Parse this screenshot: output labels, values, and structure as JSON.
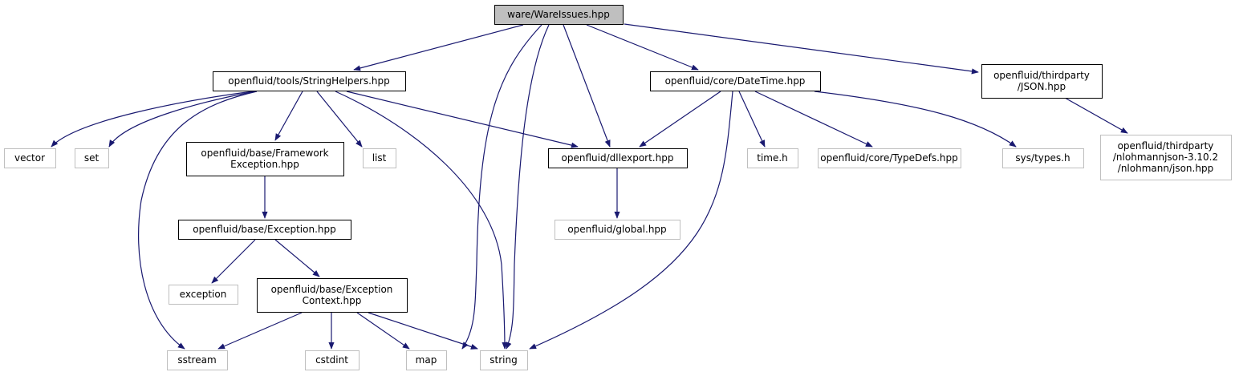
{
  "diagram": {
    "type": "include-dependency-graph",
    "colors": {
      "edge": "#191970",
      "root_fill": "#bfbfbf",
      "root_border": "#000000",
      "local_border": "#000000",
      "external_border": "#bfbfbf",
      "node_fill": "#ffffff",
      "text": "#000000"
    },
    "nodes": [
      {
        "id": "root",
        "kind": "root",
        "lines": [
          "ware/WareIssues.hpp"
        ]
      },
      {
        "id": "stringhelpers",
        "kind": "local",
        "lines": [
          "openfluid/tools/StringHelpers.hpp"
        ]
      },
      {
        "id": "datetime",
        "kind": "local",
        "lines": [
          "openfluid/core/DateTime.hpp"
        ]
      },
      {
        "id": "json",
        "kind": "local",
        "lines": [
          "openfluid/thirdparty",
          "/JSON.hpp"
        ]
      },
      {
        "id": "nlohmann",
        "kind": "external",
        "lines": [
          "openfluid/thirdparty",
          "/nlohmannjson-3.10.2",
          "/nlohmann/json.hpp"
        ]
      },
      {
        "id": "vector",
        "kind": "external",
        "lines": [
          "vector"
        ]
      },
      {
        "id": "set",
        "kind": "external",
        "lines": [
          "set"
        ]
      },
      {
        "id": "frameworkexception",
        "kind": "local",
        "lines": [
          "openfluid/base/Framework",
          "Exception.hpp"
        ]
      },
      {
        "id": "list",
        "kind": "external",
        "lines": [
          "list"
        ]
      },
      {
        "id": "dllexport",
        "kind": "local",
        "lines": [
          "openfluid/dllexport.hpp"
        ]
      },
      {
        "id": "timeh",
        "kind": "external",
        "lines": [
          "time.h"
        ]
      },
      {
        "id": "typedefs",
        "kind": "external",
        "lines": [
          "openfluid/core/TypeDefs.hpp"
        ]
      },
      {
        "id": "systypes",
        "kind": "external",
        "lines": [
          "sys/types.h"
        ]
      },
      {
        "id": "global",
        "kind": "external",
        "lines": [
          "openfluid/global.hpp"
        ]
      },
      {
        "id": "exception_hpp",
        "kind": "local",
        "lines": [
          "openfluid/base/Exception.hpp"
        ]
      },
      {
        "id": "exception",
        "kind": "external",
        "lines": [
          "exception"
        ]
      },
      {
        "id": "exceptioncontext",
        "kind": "local",
        "lines": [
          "openfluid/base/Exception",
          "Context.hpp"
        ]
      },
      {
        "id": "sstream",
        "kind": "external",
        "lines": [
          "sstream"
        ]
      },
      {
        "id": "cstdint",
        "kind": "external",
        "lines": [
          "cstdint"
        ]
      },
      {
        "id": "map",
        "kind": "external",
        "lines": [
          "map"
        ]
      },
      {
        "id": "string",
        "kind": "external",
        "lines": [
          "string"
        ]
      }
    ],
    "edges": [
      {
        "from": "root",
        "to": "stringhelpers"
      },
      {
        "from": "root",
        "to": "map"
      },
      {
        "from": "root",
        "to": "string"
      },
      {
        "from": "root",
        "to": "dllexport"
      },
      {
        "from": "root",
        "to": "datetime"
      },
      {
        "from": "root",
        "to": "json"
      },
      {
        "from": "stringhelpers",
        "to": "vector"
      },
      {
        "from": "stringhelpers",
        "to": "set"
      },
      {
        "from": "stringhelpers",
        "to": "sstream"
      },
      {
        "from": "stringhelpers",
        "to": "frameworkexception"
      },
      {
        "from": "stringhelpers",
        "to": "list"
      },
      {
        "from": "stringhelpers",
        "to": "string"
      },
      {
        "from": "stringhelpers",
        "to": "dllexport"
      },
      {
        "from": "datetime",
        "to": "dllexport"
      },
      {
        "from": "datetime",
        "to": "string"
      },
      {
        "from": "datetime",
        "to": "timeh"
      },
      {
        "from": "datetime",
        "to": "typedefs"
      },
      {
        "from": "datetime",
        "to": "systypes"
      },
      {
        "from": "json",
        "to": "nlohmann"
      },
      {
        "from": "frameworkexception",
        "to": "exception_hpp"
      },
      {
        "from": "dllexport",
        "to": "global"
      },
      {
        "from": "exception_hpp",
        "to": "exception"
      },
      {
        "from": "exception_hpp",
        "to": "exceptioncontext"
      },
      {
        "from": "exceptioncontext",
        "to": "sstream"
      },
      {
        "from": "exceptioncontext",
        "to": "cstdint"
      },
      {
        "from": "exceptioncontext",
        "to": "map"
      },
      {
        "from": "exceptioncontext",
        "to": "string"
      }
    ]
  }
}
